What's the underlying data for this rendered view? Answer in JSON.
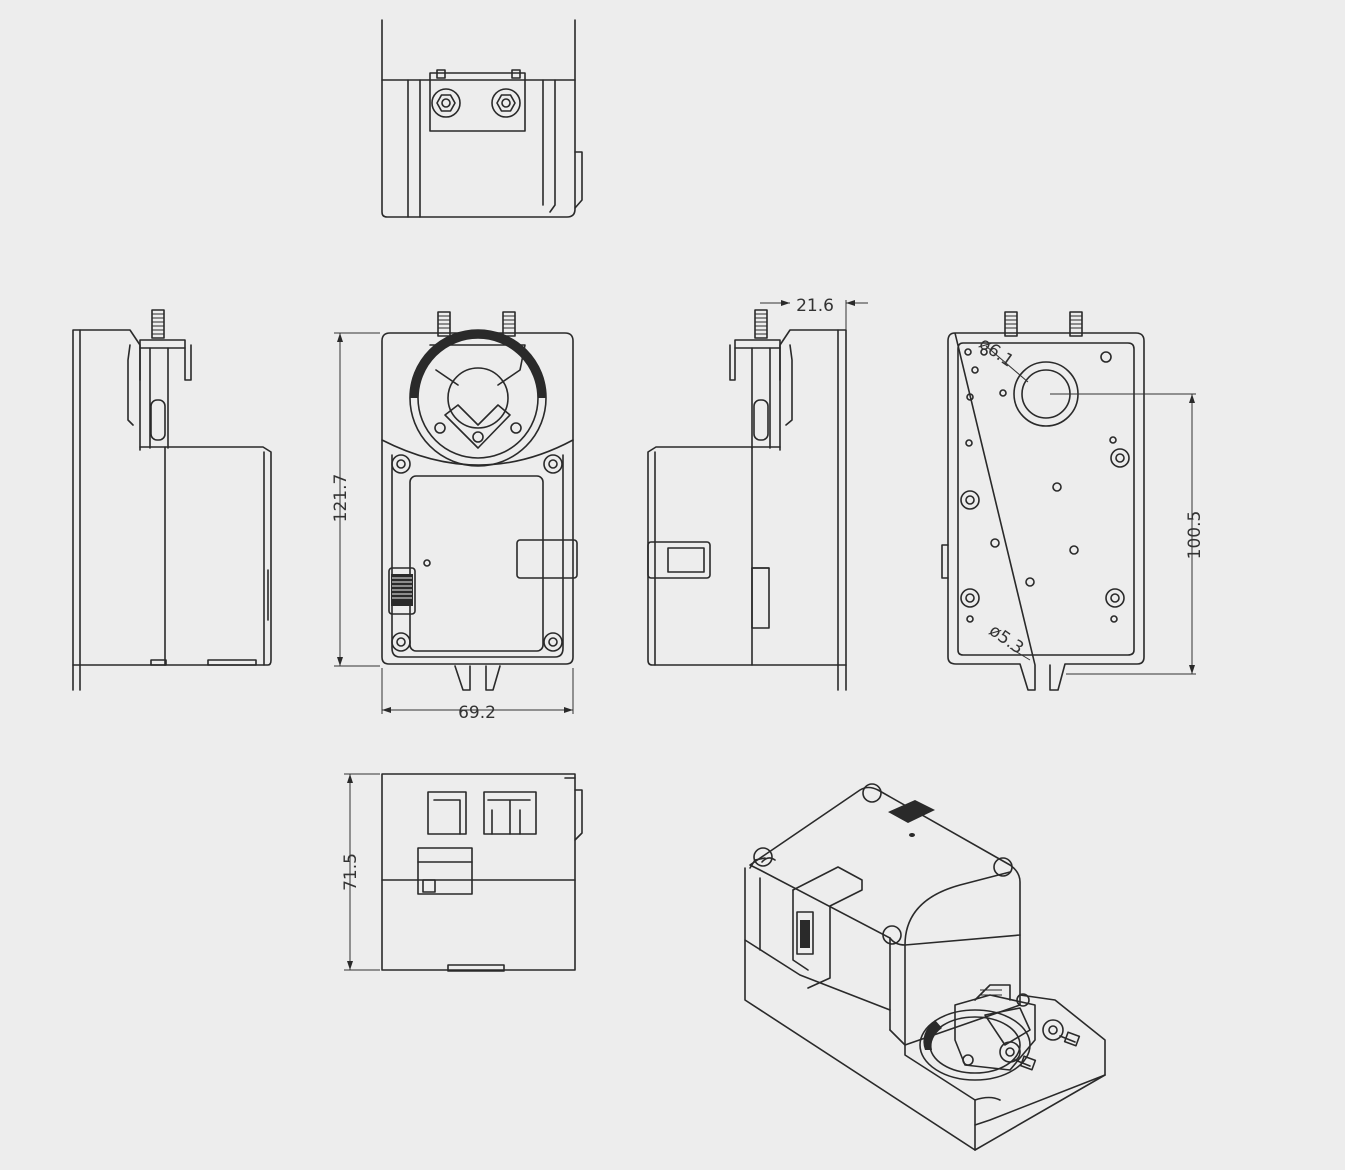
{
  "dimensions": {
    "height_front": "121.7",
    "width_front": "69.2",
    "depth_side": "21.6",
    "hole_dia_top": "ø6.1",
    "hole_dia_bottom": "ø5.3",
    "hole_spacing": "100.5",
    "height_bottom": "71.5"
  },
  "colors": {
    "background": "#ededed",
    "line": "#2a2a2a"
  }
}
